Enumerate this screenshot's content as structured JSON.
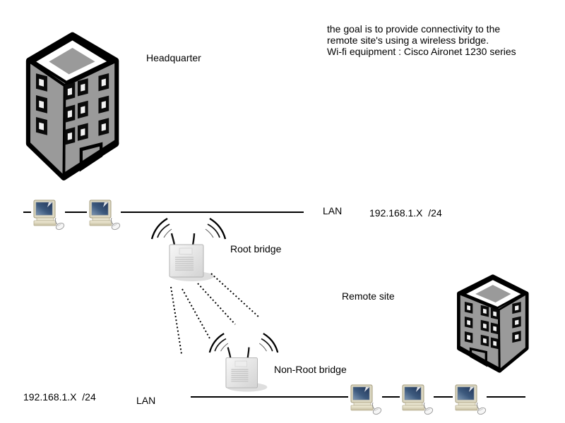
{
  "diagram": {
    "headquarter_label": "Headquarter",
    "goal_text": {
      "line1": "the goal is to provide connectivity to the",
      "line2": "remote site's using a wireless bridge.",
      "line3": "Wi-fi equipment : Cisco Aironet 1230 series"
    },
    "top_lan": {
      "lan_label": "LAN",
      "subnet_label": "192.168.1.X  /24"
    },
    "root_bridge_label": "Root bridge",
    "remote_site_label": "Remote site",
    "non_root_bridge_label": "Non-Root bridge",
    "bottom_lan": {
      "lan_label": "LAN",
      "subnet_label": "192.168.1.X  /24"
    }
  },
  "icons": {
    "building": "isometric-office-building",
    "access_point": "wireless-bridge-access-point-with-two-antennas-and-signal-arcs",
    "computer": "desktop-pc-with-monitor-and-mouse",
    "wireless_link": "dotted-beam-lines-between-bridges",
    "lan_segment": "solid-horizontal-line"
  },
  "colors": {
    "background": "#ffffff",
    "line": "#000000",
    "text": "#000000",
    "building_wall": "#9a9a9a",
    "building_outline": "#000000",
    "roof_band": "#ffffff",
    "window_pane": "#f2f2f2",
    "device_body": "#e6e6e6",
    "screen_blue_dark": "#22365a",
    "screen_blue_light": "#7e97b3"
  }
}
